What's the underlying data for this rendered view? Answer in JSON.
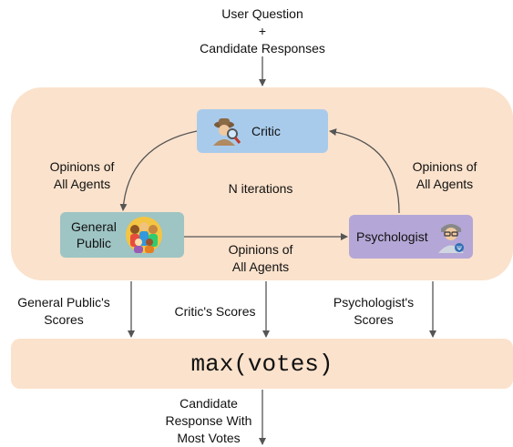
{
  "input_label": [
    "User Question",
    "+",
    "Candidate Responses"
  ],
  "agents": {
    "critic": {
      "label": "Critic",
      "icon": "detective-icon",
      "color": "#a9cbeb"
    },
    "general_public": {
      "label_lines": [
        "General",
        "Public"
      ],
      "icon": "crowd-icon",
      "color": "#9ec4c4"
    },
    "psychologist": {
      "label": "Psychologist",
      "icon": "psychologist-icon",
      "color": "#b4a6d6"
    }
  },
  "edge_labels": {
    "critic_to_public": [
      "Opinions of",
      "All Agents"
    ],
    "psych_to_critic": [
      "Opinions of",
      "All Agents"
    ],
    "public_to_psych": [
      "Opinions of",
      "All Agents"
    ],
    "center": "N iterations"
  },
  "score_labels": {
    "general_public": [
      "General Public's",
      "Scores"
    ],
    "critic": "Critic's Scores",
    "psychologist": [
      "Psychologist's",
      "Scores"
    ]
  },
  "aggregator": "max(votes)",
  "output_label": [
    "Candidate",
    "Response With",
    "Most Votes"
  ],
  "colors": {
    "panel": "#fbe2cc",
    "arrow": "#555555"
  }
}
